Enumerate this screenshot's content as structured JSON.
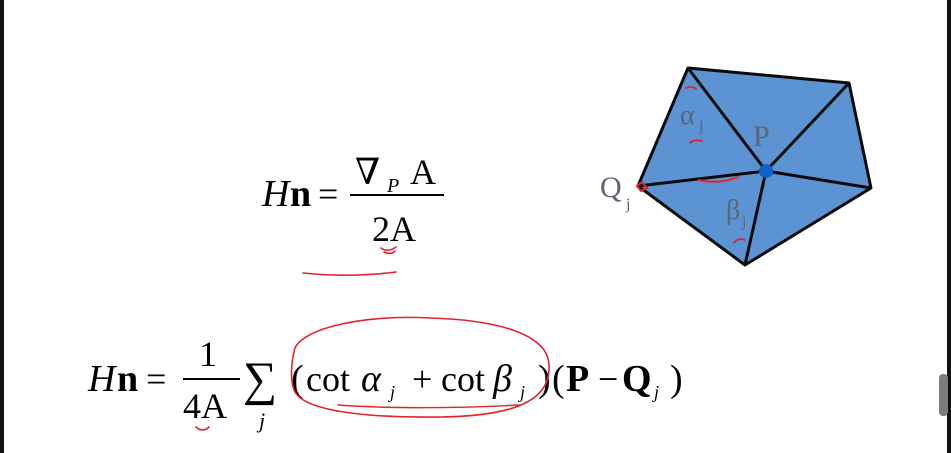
{
  "formula1": {
    "lhs_H": "H",
    "lhs_n": "n",
    "equals": "=",
    "num_nabla": "∇",
    "num_sub": "P",
    "num_A": "A",
    "den": "2A"
  },
  "formula2": {
    "lhs_H": "H",
    "lhs_n": "n",
    "equals": "=",
    "frac_num": "1",
    "frac_den": "4A",
    "sigma": "∑",
    "sigma_sub": "j",
    "open_paren": "(",
    "cot1": "cot",
    "alpha": "α",
    "alpha_sub": "j",
    "plus": "+",
    "cot2": "cot",
    "beta": "β",
    "beta_sub": "j",
    "close_paren": ")",
    "open_paren2": "(",
    "P": "P",
    "minus": "−",
    "Q": "Q",
    "Q_sub": "j",
    "close_paren2": ")"
  },
  "diagram": {
    "fill_color": "#5b93d3",
    "edge_color": "#0a0a0a",
    "point_color": "#0d63c9",
    "label_color": "#5a6577",
    "label_P": "P",
    "label_Q": "Q",
    "label_Q_sub": "j",
    "label_alpha": "α",
    "label_alpha_sub": "j",
    "label_beta": "β",
    "label_beta_sub": "j"
  },
  "annotation_color": "#e0242a"
}
